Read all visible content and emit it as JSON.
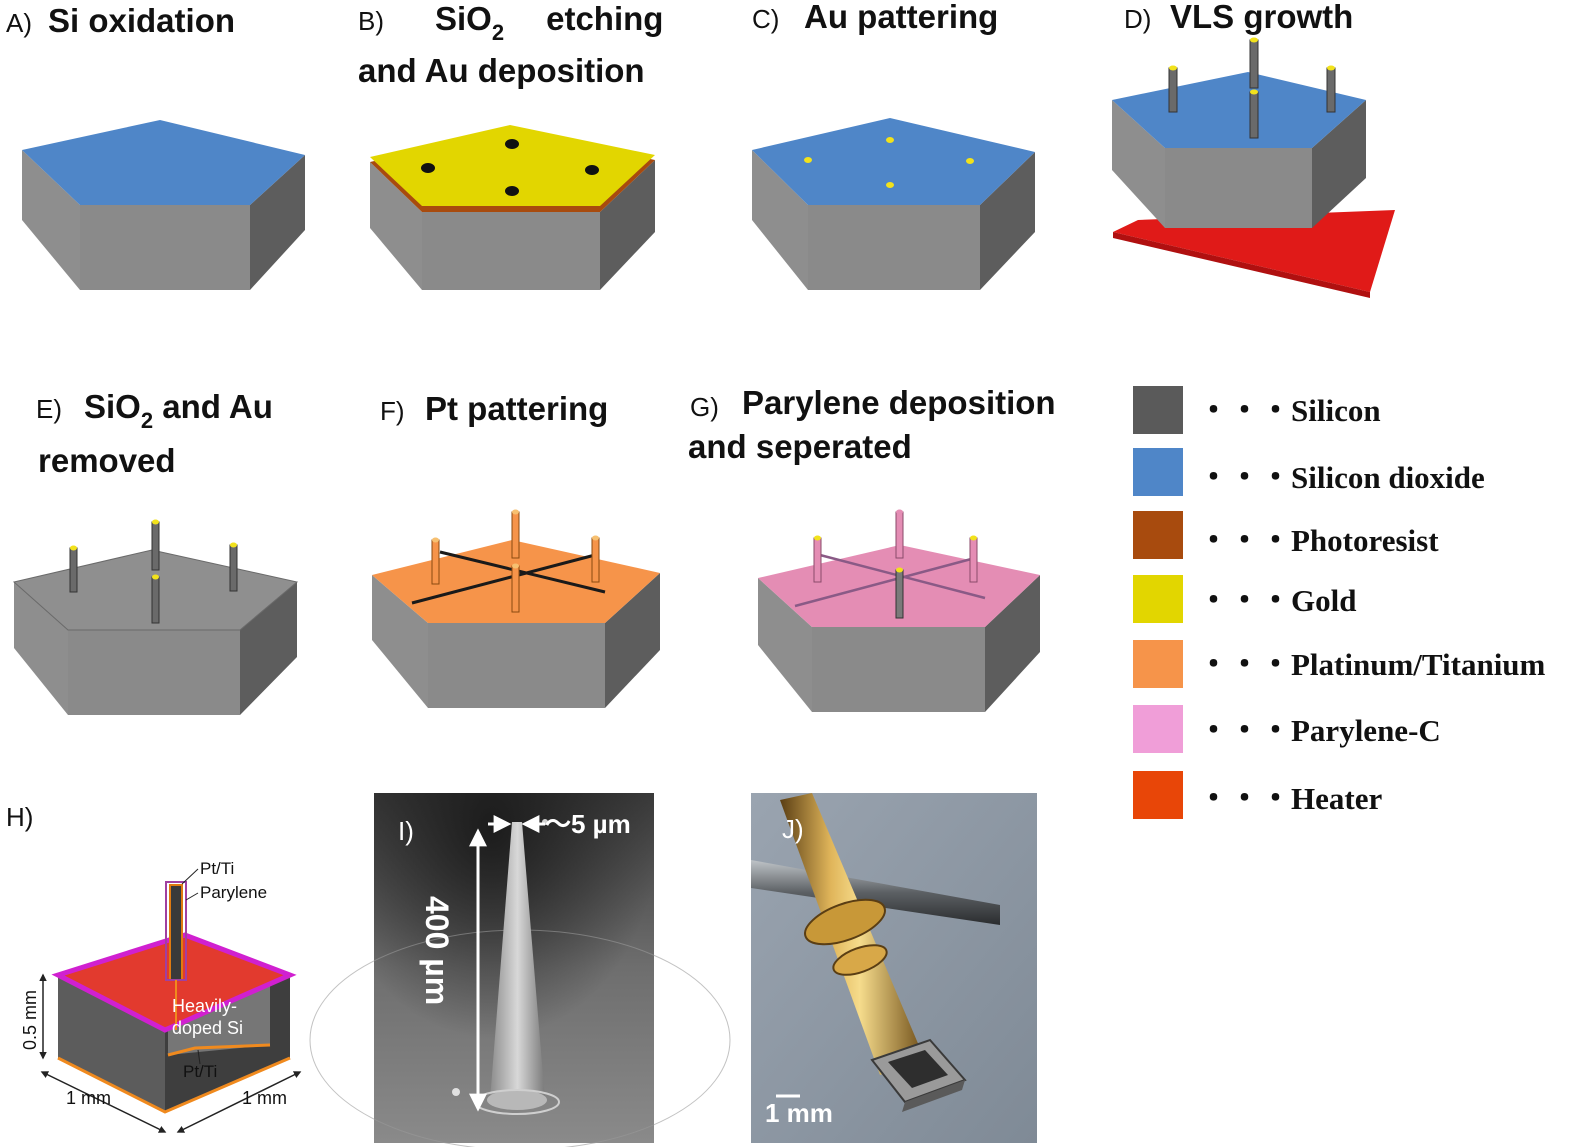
{
  "panels": {
    "a": {
      "letter": "A)",
      "title": "Si oxidation"
    },
    "b": {
      "letter": "B)",
      "title_p1": "SiO",
      "title_sub": "2",
      "title_p2": "etching",
      "title_line2": "and Au deposition"
    },
    "c": {
      "letter": "C)",
      "title": "Au pattering"
    },
    "d": {
      "letter": "D)",
      "title": "VLS growth"
    },
    "e": {
      "letter": "E)",
      "title_p1": "SiO",
      "title_sub": "2",
      "title_p2": " and Au",
      "title_line2": "removed"
    },
    "f": {
      "letter": "F)",
      "title": "Pt pattering"
    },
    "g": {
      "letter": "G)",
      "title_line1": "Parylene deposition",
      "title_line2": "and seperated"
    },
    "h": {
      "letter": "H)",
      "pt_ti_top": "Pt/Ti",
      "parylene": "Parylene",
      "heavily_line1": "Heavily-",
      "heavily_line2": "doped Si",
      "pt_ti_bottom": "Pt/Ti",
      "dim_left": "1 mm",
      "dim_right": "1 mm",
      "dim_height": "0.5 mm"
    },
    "i": {
      "letter": "I)",
      "tip": "～5 µm",
      "length": "400 µm"
    },
    "j": {
      "letter": "J)",
      "scale": "1 mm"
    }
  },
  "legend": [
    {
      "color": "#5a5a5a",
      "label": "・・・Silicon"
    },
    {
      "color": "#4f86c8",
      "label": "・・・Silicon dioxide"
    },
    {
      "color": "#a84b0e",
      "label": "・・・Photoresist"
    },
    {
      "color": "#e2d600",
      "label": "・・・Gold"
    },
    {
      "color": "#f6944a",
      "label": "・・・Platinum/Titanium"
    },
    {
      "color": "#f09ed8",
      "label": "・・・Parylene-C"
    },
    {
      "color": "#e84608",
      "label": "・・・Heater"
    }
  ]
}
